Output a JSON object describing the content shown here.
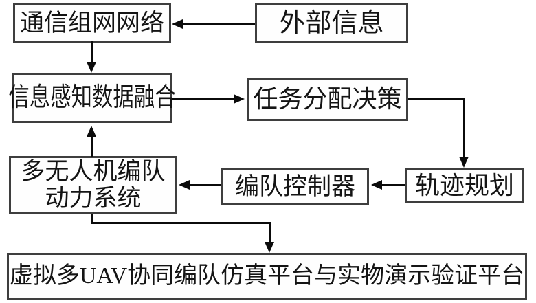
{
  "diagram": {
    "type": "flowchart",
    "background_color": "#ffffff",
    "box_border_color": "#3e3e3e",
    "line_color": "#0b0b0b",
    "text_color": "#141414",
    "nodes": {
      "comm_network": {
        "label": "通信组网网络"
      },
      "external_info": {
        "label": "外部信息"
      },
      "info_fusion": {
        "label": "信息感知数据融合"
      },
      "task_allocation": {
        "label": "任务分配决策"
      },
      "uav_dynamics": {
        "label_line1": "多无人机编队",
        "label_line2": "动力系统"
      },
      "formation_controller": {
        "label": "编队控制器"
      },
      "trajectory_planning": {
        "label": "轨迹规划"
      },
      "platform": {
        "label": "虚拟多UAV协同编队仿真平台与实物演示验证平台"
      }
    },
    "edges": [
      {
        "from": "external_info",
        "to": "comm_network",
        "direction": "left"
      },
      {
        "from": "comm_network",
        "to": "info_fusion",
        "direction": "down"
      },
      {
        "from": "info_fusion",
        "to": "task_allocation",
        "direction": "right"
      },
      {
        "from": "task_allocation",
        "to": "trajectory_planning",
        "direction": "right-then-down"
      },
      {
        "from": "trajectory_planning",
        "to": "formation_controller",
        "direction": "left"
      },
      {
        "from": "formation_controller",
        "to": "uav_dynamics",
        "direction": "left"
      },
      {
        "from": "uav_dynamics",
        "to": "info_fusion",
        "direction": "up"
      },
      {
        "from": "uav_dynamics",
        "to": "platform",
        "direction": "down-right-then-down"
      }
    ]
  }
}
